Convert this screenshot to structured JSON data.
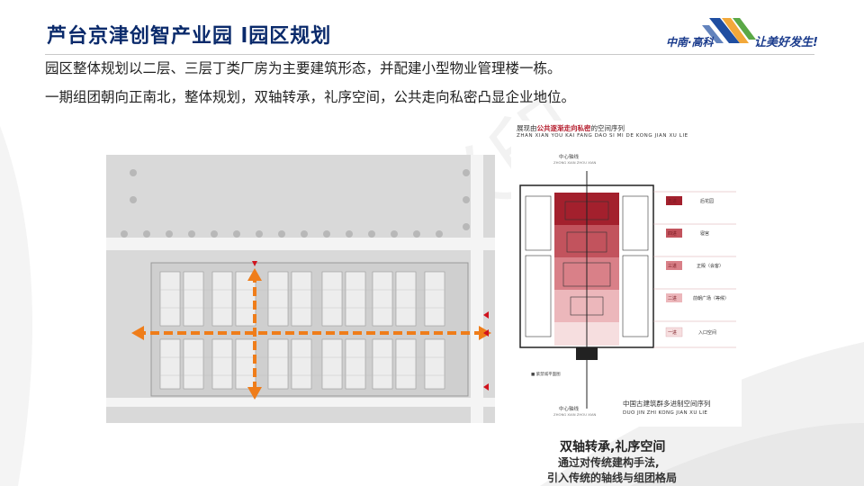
{
  "header": {
    "title": "芦台京津创智产业园 l园区规划",
    "logo_text": "中南·高科",
    "slogan": "让美好发生!"
  },
  "body": {
    "paragraph1": "园区整体规划以二层、三层丁类厂房为主要建筑形态，并配建小型物业管理楼一栋。",
    "paragraph2": "一期组团朝向正南北，整体规划，双轴转承，礼序空间，公共走向私密凸显企业地位。"
  },
  "sequence_diagram": {
    "caption_prefix": "展现由",
    "caption_highlight": "公共逐渐走向私密",
    "caption_suffix": "的空间序列",
    "caption_pinyin": "ZHAN XIAN YOU KAI FANG DAO SI MI DE KONG JIAN XU LIE",
    "axis_label_top": "中心轴线",
    "axis_pinyin_top": "ZHONG XIAN ZHOU XIAN",
    "axis_label_bottom": "中心轴线",
    "axis_pinyin_bottom": "ZHONG XIAN ZHOU XIAN",
    "legend": "■ 紫禁城平面图",
    "caption2": "中国古建筑群多进制空间序列",
    "caption2_pinyin": "DUO JIN ZHI KONG JIAN XU LIE",
    "tiers": [
      {
        "num": "五进",
        "label": "后花园"
      },
      {
        "num": "四进",
        "label": "寝宫"
      },
      {
        "num": "三进",
        "label": "正殿（会客）"
      },
      {
        "num": "二进",
        "label": "前朝广场（等候）"
      },
      {
        "num": "一进",
        "label": "入口空间"
      }
    ],
    "colors": {
      "tier1": "#a3202d",
      "tier2": "#c2535d",
      "tier3": "#d98088",
      "tier4": "#ecb7bb",
      "tier5": "#f6dedf"
    }
  },
  "plan": {
    "axis_color": "#ef7d1a",
    "marker_color": "#d0131d"
  },
  "caption": {
    "line1": "双轴转承,礼序空间",
    "line2": "通过对传统建构手法,",
    "line3": "引入传统的轴线与组团格局"
  },
  "watermark": "易米印"
}
